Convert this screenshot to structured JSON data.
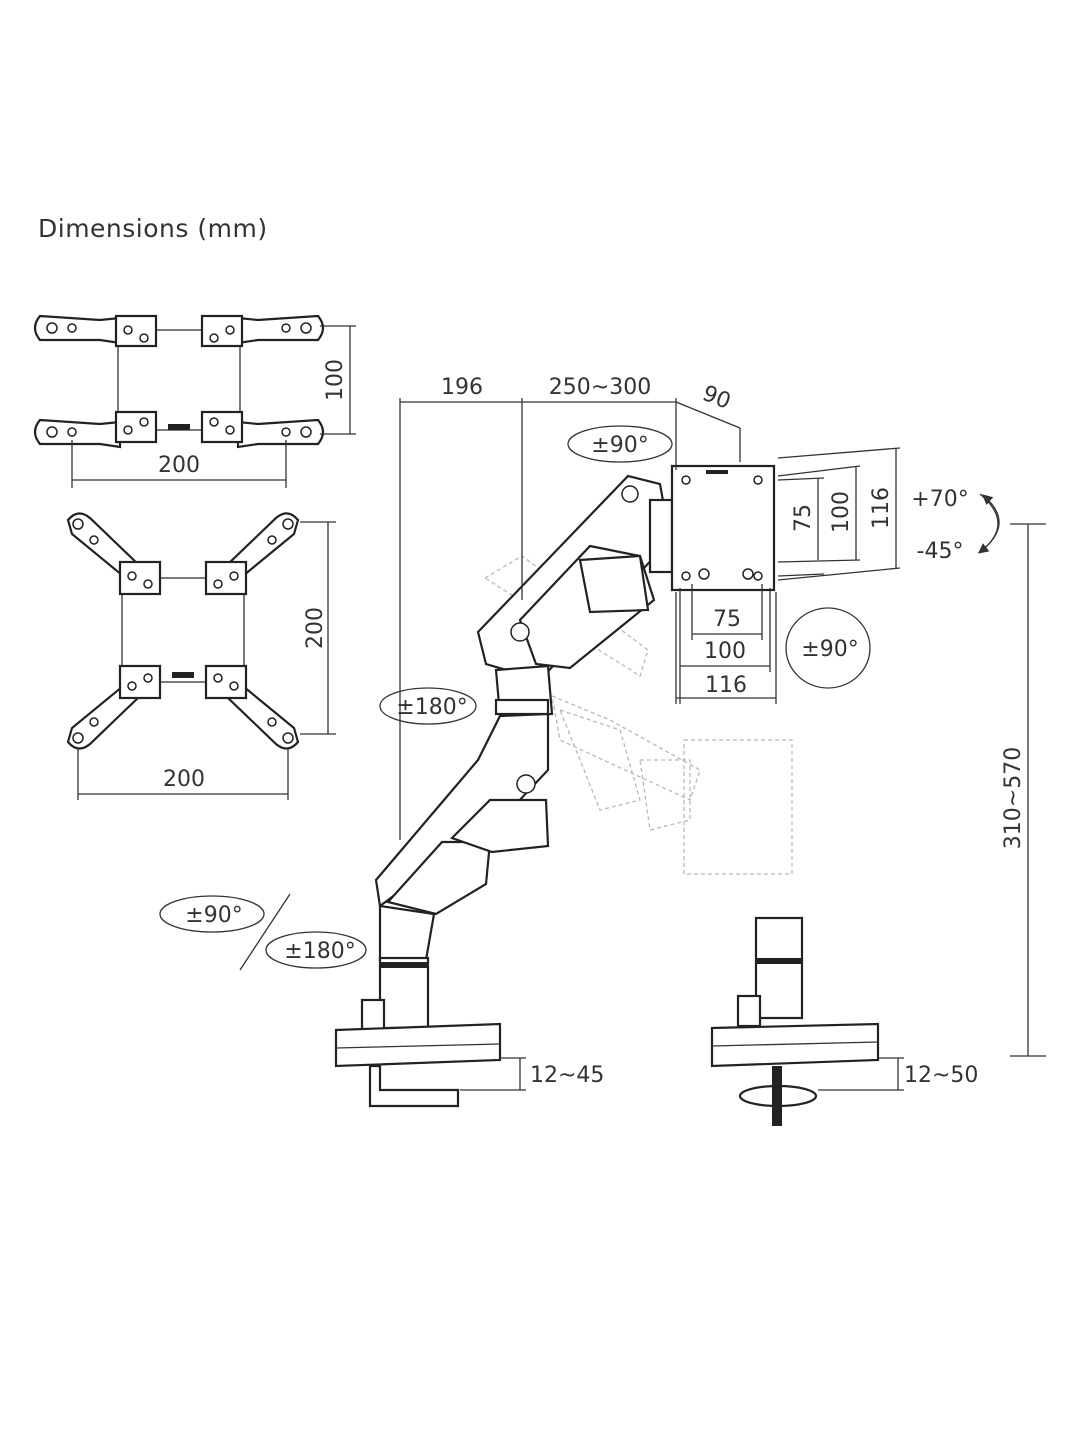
{
  "title": "Dimensions (mm)",
  "vesa_plate_small": {
    "height_label": "100",
    "width_label": "200"
  },
  "vesa_plate_large": {
    "height_label": "200",
    "width_label": "200"
  },
  "arm_dimensions": {
    "base_to_joint": "196",
    "arm_reach": "250~300",
    "head_depth": "90",
    "height_range": "310~570",
    "clamp_thickness": "12~45",
    "grommet_thickness": "12~50"
  },
  "plate_dimensions": {
    "vertical": [
      "75",
      "100",
      "116"
    ],
    "horizontal": [
      "75",
      "100",
      "116"
    ]
  },
  "rotations": {
    "head_swivel": "±90°",
    "tilt_up": "+70°",
    "tilt_down": "-45°",
    "rotation": "±90°",
    "arm_swivel": "±180°",
    "base_swivel_1": "±90°",
    "base_swivel_2": "±180°"
  }
}
